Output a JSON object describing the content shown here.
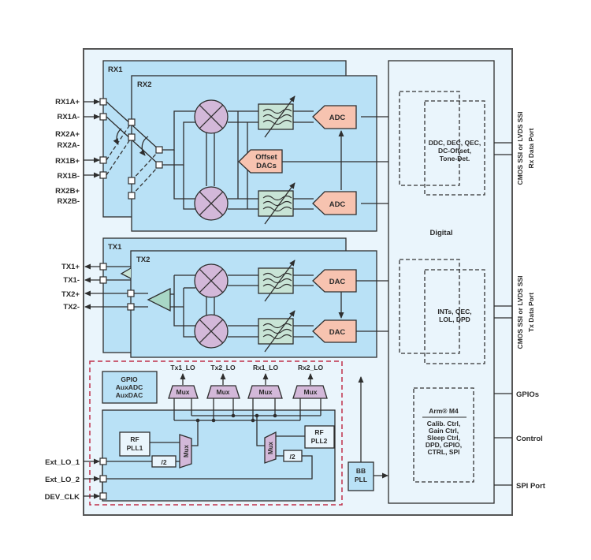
{
  "colors": {
    "outer_fill": "#eaf5fc",
    "block_fill": "#b9e1f6",
    "dsp_fill": "#8fd3f3",
    "mixer_fill": "#d3b8d9",
    "filter_fill": "#c8e4d6",
    "converter_fill": "#f7c3b0",
    "lo_region_border": "#c0304a",
    "line": "#2e2e2e"
  },
  "rx": {
    "rx1_label": "RX1",
    "rx2_label": "RX2",
    "pins": [
      "RX1A+",
      "RX1A-",
      "RX2A+",
      "RX2A-",
      "RX1B+",
      "RX1B-",
      "RX2B+",
      "RX2B-"
    ],
    "adc_top": "ADC",
    "adc_bottom": "ADC",
    "offset_dacs": [
      "Offset",
      "DACs"
    ]
  },
  "tx": {
    "tx1_label": "TX1",
    "tx2_label": "TX2",
    "pins": [
      "TX1+",
      "TX1-",
      "TX2+",
      "TX2-"
    ],
    "dac_top": "DAC",
    "dac_bottom": "DAC"
  },
  "digital": {
    "title": "Digital",
    "rx_dsp": [
      "DDC, DEC, QEC,",
      "DC-Offset,",
      "Tone-Det."
    ],
    "tx_dsp": [
      "INTs, QEC,",
      "LOL, DPD"
    ],
    "arm_title": "Arm® M4",
    "arm_functions": [
      "Calib. Ctrl,",
      "Gain Ctrl,",
      "Sleep Ctrl,",
      "DPD, GPIO,",
      "CTRL, SPI"
    ]
  },
  "ports": {
    "rx_port": [
      "CMOS SSI or LVDS SSI",
      "Rx Data Port"
    ],
    "tx_port": [
      "CMOS SSI or LVDS SSI",
      "Tx Data Port"
    ],
    "gpios": "GPIOs",
    "control": "Control",
    "spi": "SPI Port"
  },
  "lo": {
    "outputs": [
      "Tx1_LO",
      "Tx2_LO",
      "Rx1_LO",
      "Rx2_LO"
    ],
    "mux_label": "Mux",
    "aux_block": [
      "GPIO",
      "AuxADC",
      "AuxDAC"
    ],
    "rf_pll1": [
      "RF",
      "PLL1"
    ],
    "rf_pll2": [
      "RF",
      "PLL2"
    ],
    "divider": "/2",
    "inputs": [
      "Ext_LO_1",
      "Ext_LO_2",
      "DEV_CLK"
    ],
    "bb_pll": [
      "BB",
      "PLL"
    ]
  }
}
